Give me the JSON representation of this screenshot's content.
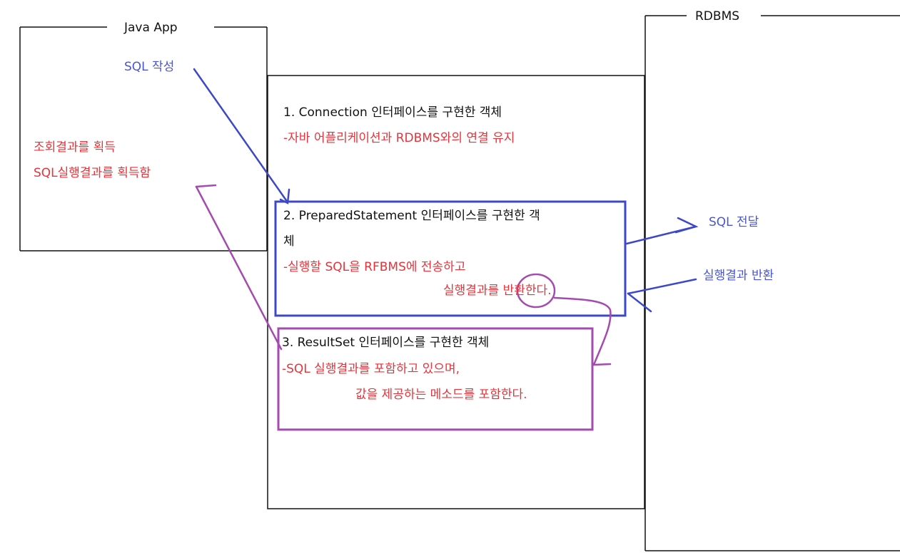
{
  "colors": {
    "black": "#111111",
    "red": "#e8333a",
    "blue": "#3d48c9",
    "purple": "#a44bb0"
  },
  "java_app": {
    "title": "Java App",
    "sql_write": "SQL 작성",
    "fetch_result": "조회결과를 획득",
    "fetch_sql_result": "SQL실행결과를 획득함"
  },
  "rdbms": {
    "title": "RDBMS",
    "sql_send": "SQL 전달",
    "return_result": "실행결과 반환"
  },
  "connection": {
    "heading": "1. Connection 인터페이스를 구현한 객체",
    "desc": "-자바 어플리케이션과 RDBMS와의 연결 유지"
  },
  "prepared_statement": {
    "heading_line1": "2. PreparedStatement 인터페이스를 구현한 객",
    "heading_line2": "체",
    "desc_line1": "-실행할 SQL을 RFBMS에 전송하고",
    "desc_line2": "실행결과를 반환한다."
  },
  "result_set": {
    "heading": "3. ResultSet 인터페이스를 구현한 객체",
    "desc_line1": "-SQL 실행결과를 포함하고 있으며,",
    "desc_line2": "값을 제공하는 메소드를 포함한다."
  }
}
